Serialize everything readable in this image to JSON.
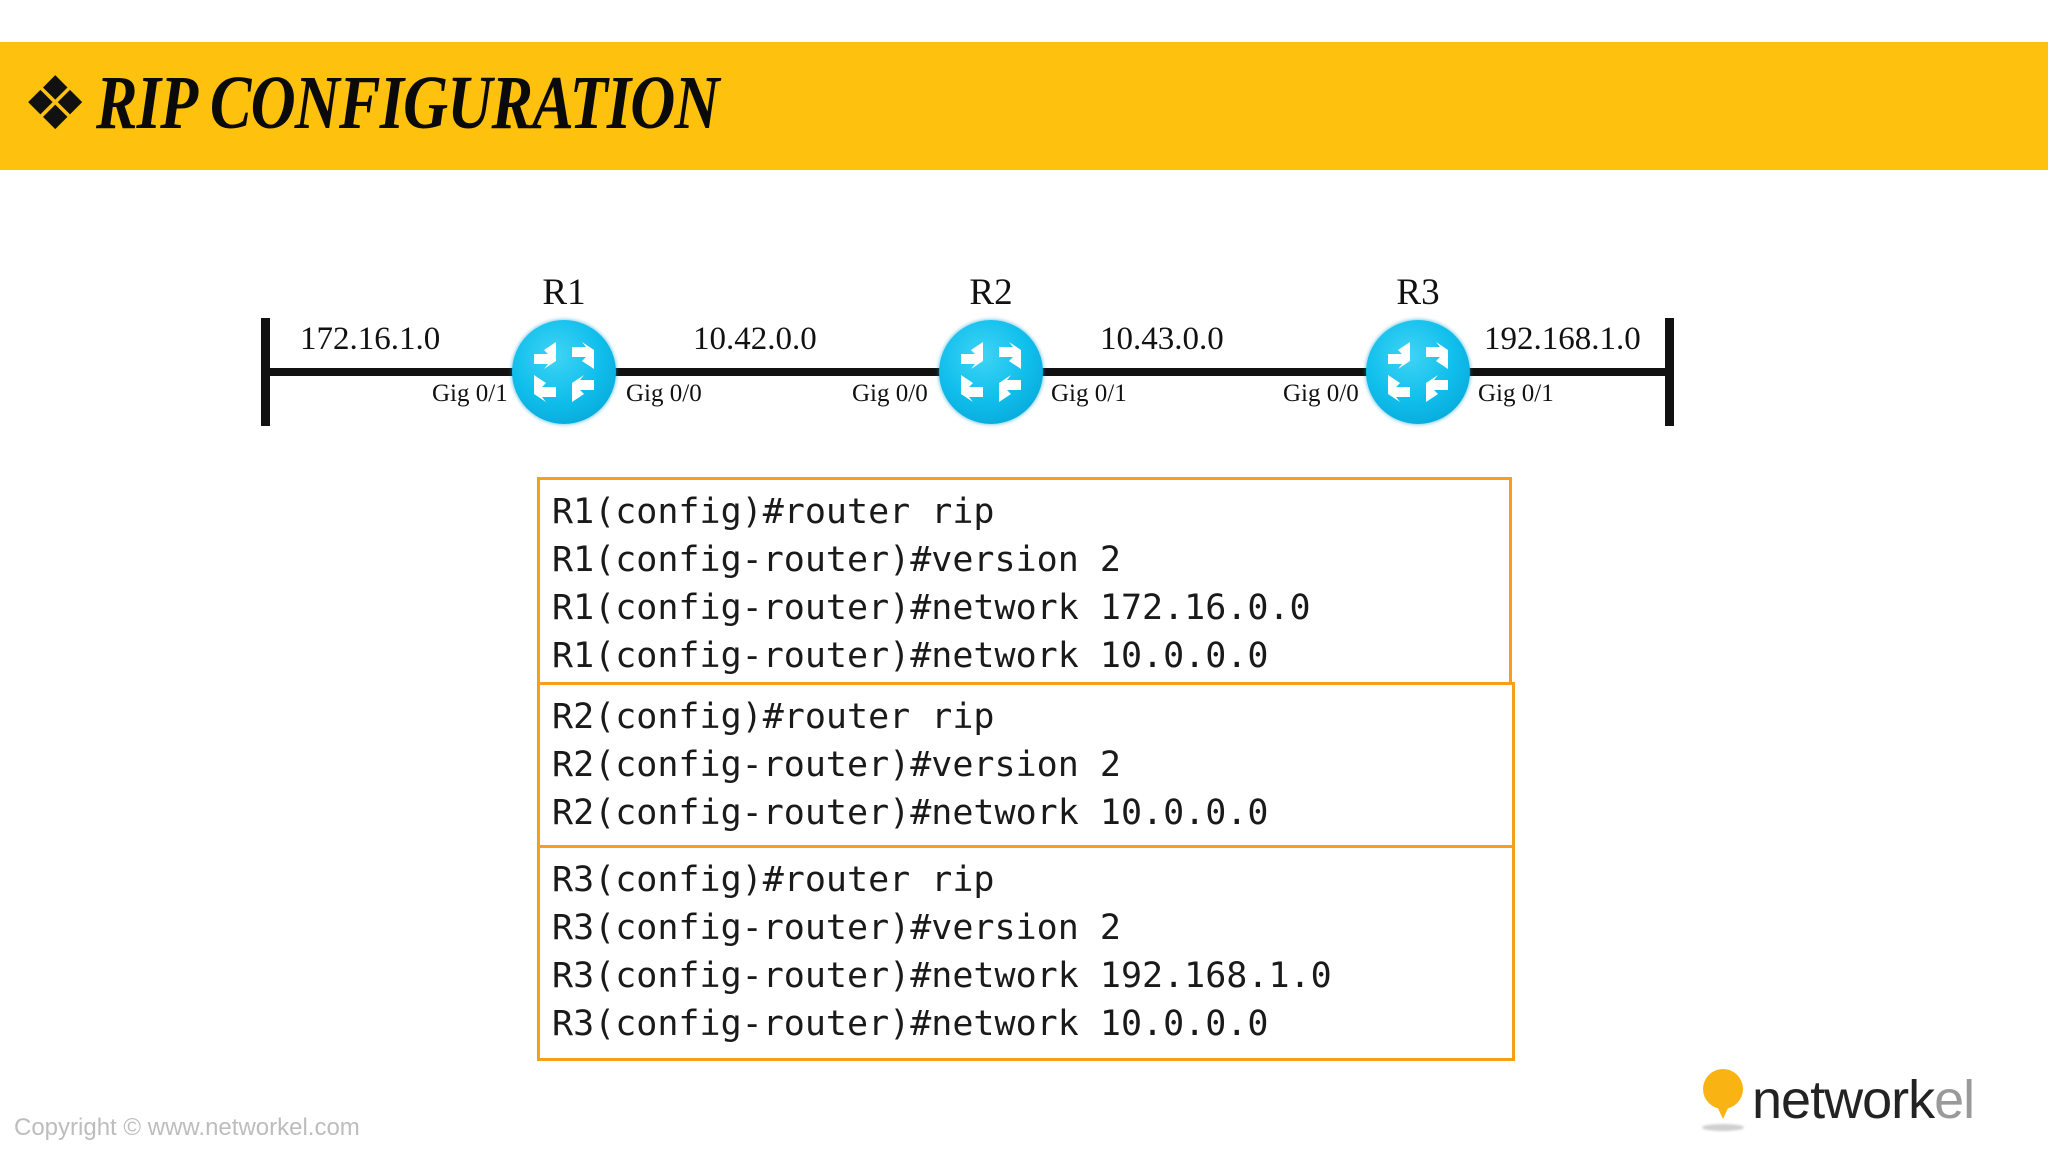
{
  "slide": {
    "title": "RIP CONFIGURATION",
    "bullet_glyph": "❖",
    "banner_color": "#FEC10D"
  },
  "diagram": {
    "routers": [
      {
        "name": "R1",
        "left_interface": "Gig 0/1",
        "right_interface": "Gig 0/0"
      },
      {
        "name": "R2",
        "left_interface": "Gig 0/0",
        "right_interface": "Gig 0/1"
      },
      {
        "name": "R3",
        "left_interface": "Gig 0/0",
        "right_interface": "Gig 0/1"
      }
    ],
    "networks": [
      "172.16.1.0",
      "10.42.0.0",
      "10.43.0.0",
      "192.168.1.0"
    ],
    "router_color": "#11BFEC",
    "link_color": "#111111"
  },
  "configs": [
    {
      "device": "R1",
      "border_color": "#F4A01C",
      "lines": [
        "R1(config)#router rip",
        "R1(config-router)#version 2",
        "R1(config-router)#network 172.16.0.0",
        "R1(config-router)#network 10.0.0.0"
      ]
    },
    {
      "device": "R2",
      "border_color": "#F4A01C",
      "lines": [
        "R2(config)#router rip",
        "R2(config-router)#version 2",
        "R2(config-router)#network 10.0.0.0"
      ]
    },
    {
      "device": "R3",
      "border_color": "#F4A01C",
      "lines": [
        "R3(config)#router rip",
        "R3(config-router)#version 2",
        "R3(config-router)#network 192.168.1.0",
        "R3(config-router)#network 10.0.0.0"
      ]
    }
  ],
  "footer": {
    "copyright": "Copyright © www.networkel.com",
    "brand_primary": "network",
    "brand_secondary": "el",
    "brand_accent": "#F9B414"
  }
}
